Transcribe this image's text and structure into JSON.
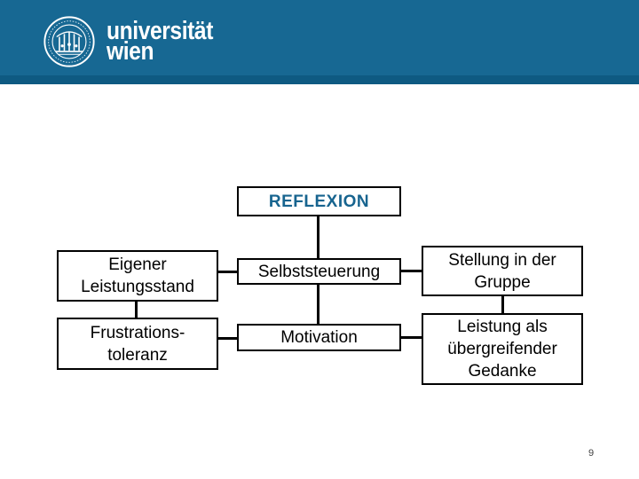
{
  "header": {
    "wordmark_line1": "universität",
    "wordmark_line2": "wien",
    "seal": "universitat-wien-seal"
  },
  "colors": {
    "header_band": "#176893",
    "header_band_stripe": "#0e5a82",
    "accent_text": "#17648f",
    "box_border": "#000000"
  },
  "diagram": {
    "root": {
      "label": "REFLEXION"
    },
    "row1": [
      {
        "label": "Eigener\nLeistungsstand"
      },
      {
        "label": "Selbststeuerung"
      },
      {
        "label": "Stellung in der\nGruppe"
      }
    ],
    "row2": [
      {
        "label": "Frustrations-\ntoleranz"
      },
      {
        "label": "Motivation"
      },
      {
        "label": "Leistung als\nübergreifender\nGedanke"
      }
    ]
  },
  "footer": {
    "page_number": "9"
  }
}
